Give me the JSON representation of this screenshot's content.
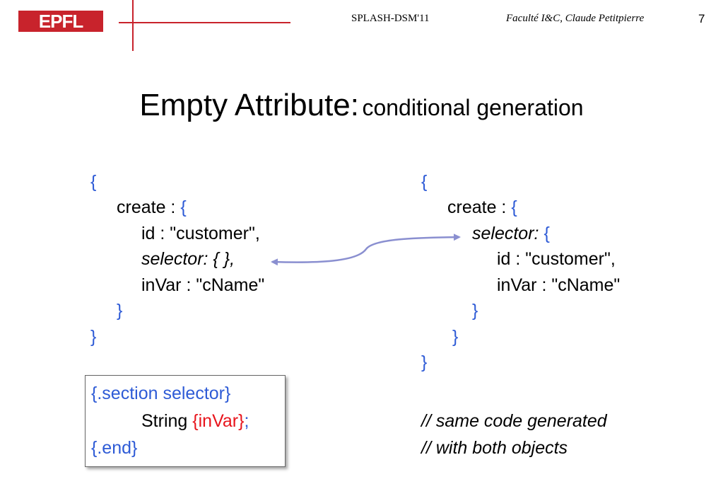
{
  "header": {
    "logo": "EPFL",
    "conference": "SPLASH-DSM'11",
    "faculty": "Faculté I&C, Claude Petitpierre",
    "slide_number": "7"
  },
  "title": {
    "main": "Empty Attribute:",
    "sub": "conditional generation"
  },
  "left_code": {
    "line1": "{",
    "line2_text": "create : ",
    "line2_brace": "{",
    "line3": "id : \"customer\",",
    "line4": "selector: { },",
    "line5": "inVar : \"cName\"",
    "line6": "}",
    "line7": "}"
  },
  "template_box": {
    "line1": "{.section selector}",
    "line2_text": "String ",
    "line2_var": "{inVar}",
    "line2_semi": ";",
    "line3": "{.end}"
  },
  "right_code": {
    "line1": "{",
    "line2_text": "create : ",
    "line2_brace": "{",
    "line3_text": "selector: ",
    "line3_brace": "{",
    "line4": "id : \"customer\",",
    "line5": "inVar : \"cName\"",
    "line6": "}",
    "line7": "}",
    "line8": "}",
    "comment1": "// same code generated",
    "comment2": "// with both objects"
  },
  "colors": {
    "accent_red": "#c8232c",
    "brace_blue": "#2e5bd6",
    "var_red": "#e8141c",
    "arrow": "#8a8fd0"
  }
}
